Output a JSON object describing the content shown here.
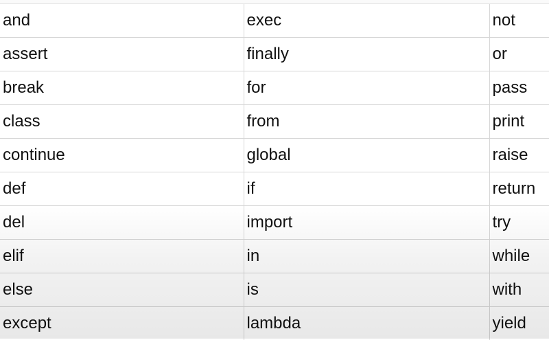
{
  "table": {
    "rows": [
      [
        "and",
        "exec",
        "not"
      ],
      [
        "assert",
        "finally",
        "or"
      ],
      [
        "break",
        "for",
        "pass"
      ],
      [
        "class",
        "from",
        "print"
      ],
      [
        "continue",
        "global",
        "raise"
      ],
      [
        "def",
        "if",
        "return"
      ],
      [
        "del",
        "import",
        "try"
      ],
      [
        "elif",
        "in",
        "while"
      ],
      [
        "else",
        "is",
        "with"
      ],
      [
        "except",
        "lambda",
        "yield"
      ]
    ]
  }
}
